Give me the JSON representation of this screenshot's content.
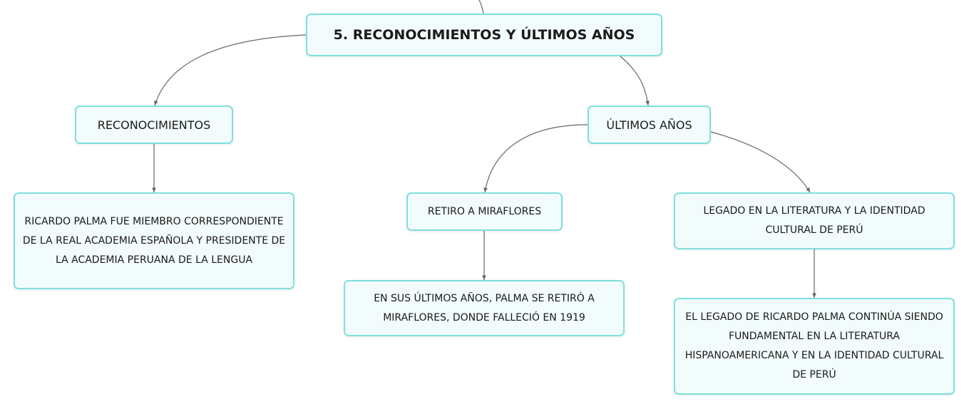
{
  "diagram": {
    "root": {
      "label": "5. RECONOCIMIENTOS Y ÚLTIMOS AÑOS"
    },
    "reconocimientos": {
      "label": "RECONOCIMIENTOS",
      "detail": "RICARDO PALMA FUE MIEMBRO CORRESPONDIENTE DE LA REAL ACADEMIA ESPAÑOLA Y PRESIDENTE DE LA ACADEMIA PERUANA DE LA LENGUA"
    },
    "ultimos_anos": {
      "label": "ÚLTIMOS AÑOS",
      "retiro": {
        "label": "RETIRO A MIRAFLORES",
        "detail": "EN SUS ÚLTIMOS AÑOS, PALMA SE RETIRÓ A MIRAFLORES, DONDE FALLECIÓ EN 1919"
      },
      "legado": {
        "label": "LEGADO EN LA LITERATURA Y LA IDENTIDAD CULTURAL DE PERÚ",
        "detail": "EL LEGADO DE RICARDO PALMA CONTINÚA SIENDO FUNDAMENTAL EN LA LITERATURA HISPANOAMERICANA Y EN LA IDENTIDAD CULTURAL DE PERÚ"
      }
    },
    "colors": {
      "node_border": "#7fe0e0",
      "node_fill": "#f3fcfc",
      "connector": "#666666"
    }
  }
}
